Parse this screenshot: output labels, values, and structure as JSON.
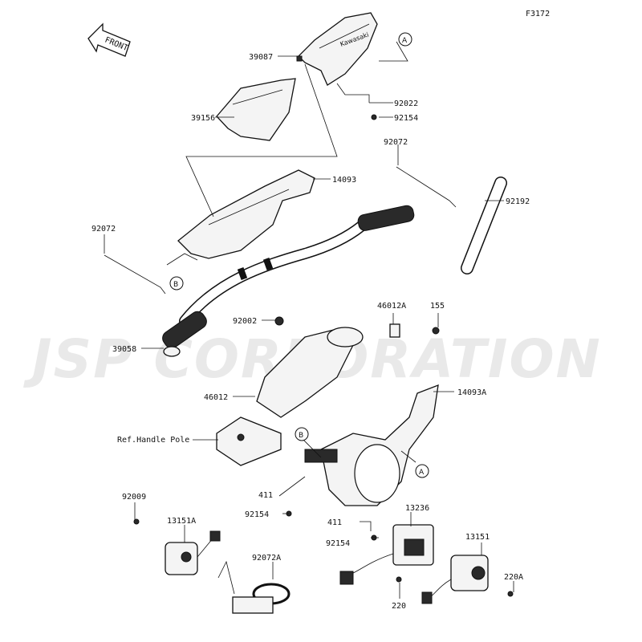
{
  "figure_id": "F3172",
  "watermark": "JSP CORPORATION",
  "front_label": "FRONT",
  "ref_note": "Ref.Handle Pole",
  "callout_markers": [
    "A",
    "B"
  ],
  "parts": [
    {
      "id": "39087"
    },
    {
      "id": "92022"
    },
    {
      "id": "92154"
    },
    {
      "id": "39156"
    },
    {
      "id": "92072"
    },
    {
      "id": "14093"
    },
    {
      "id": "92072"
    },
    {
      "id": "92192"
    },
    {
      "id": "92002"
    },
    {
      "id": "46012A"
    },
    {
      "id": "155"
    },
    {
      "id": "39058"
    },
    {
      "id": "46012"
    },
    {
      "id": "14093A"
    },
    {
      "id": "411"
    },
    {
      "id": "92154"
    },
    {
      "id": "411"
    },
    {
      "id": "92154"
    },
    {
      "id": "92009"
    },
    {
      "id": "13151A"
    },
    {
      "id": "92072A"
    },
    {
      "id": "13236"
    },
    {
      "id": "13151"
    },
    {
      "id": "220A"
    },
    {
      "id": "220"
    }
  ]
}
